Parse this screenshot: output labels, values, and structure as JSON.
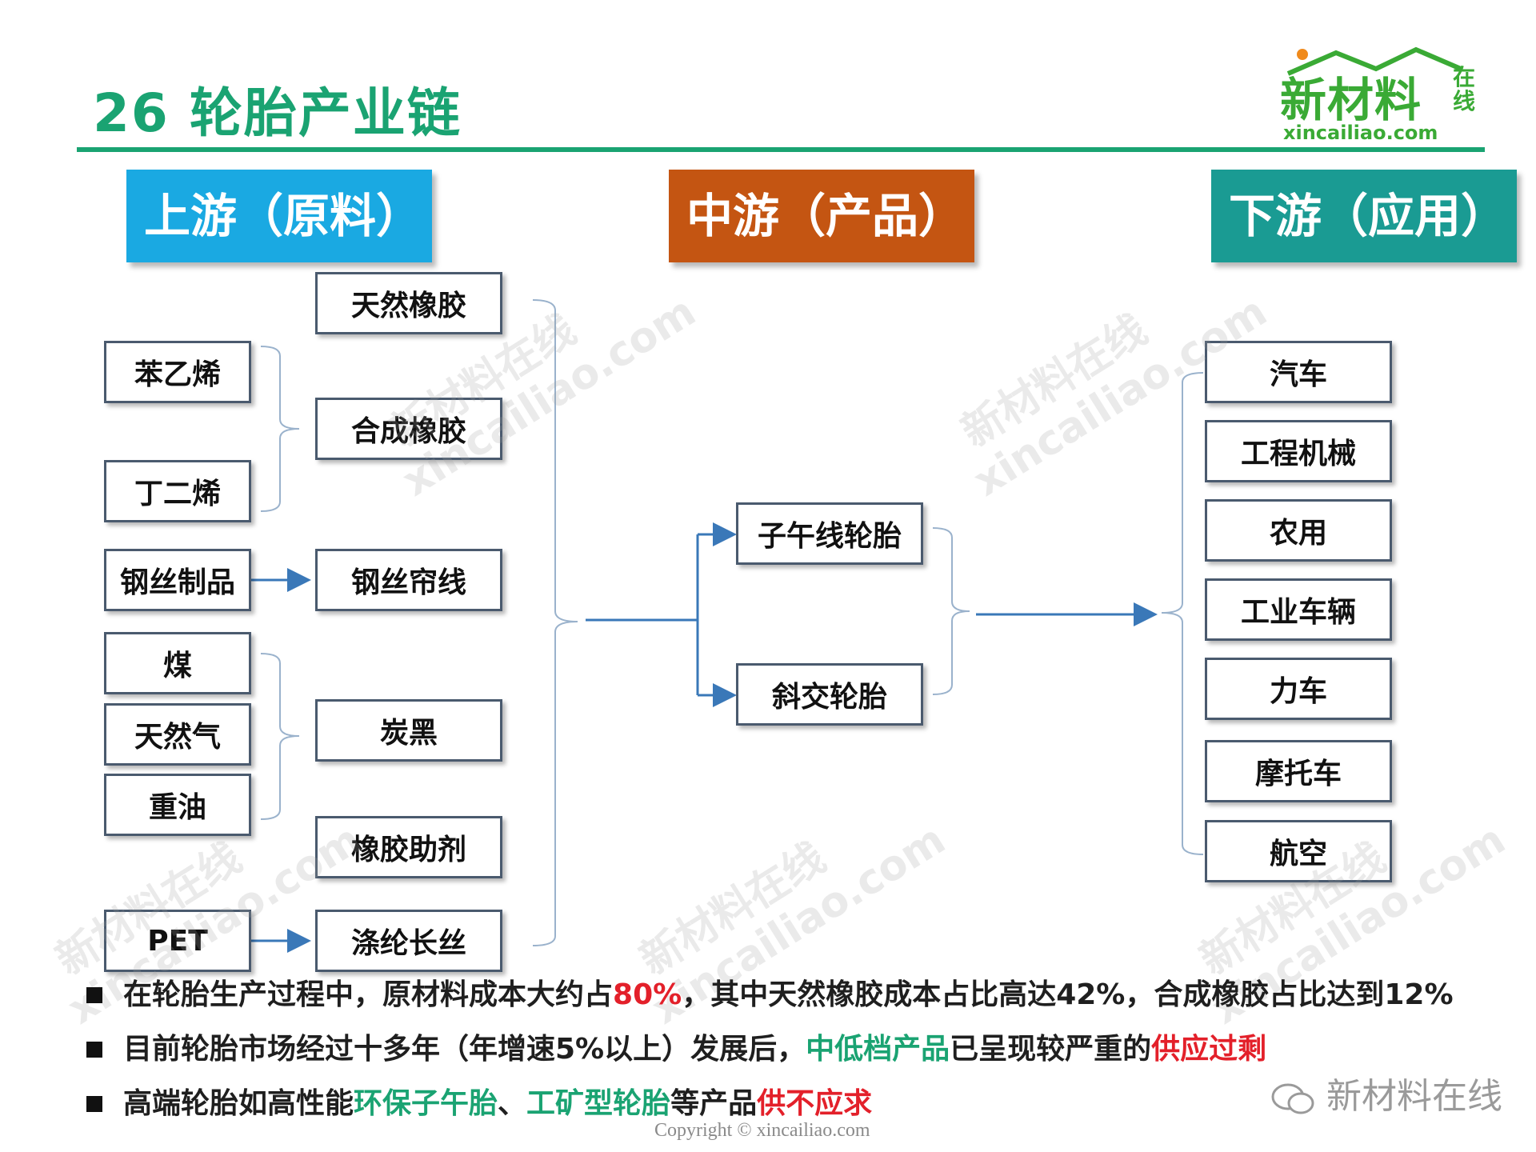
{
  "title": "26 轮胎产业链",
  "logo": {
    "main": "新材料",
    "side": "在线",
    "url": "xincailiao.com"
  },
  "headers": {
    "upstream": "上游（原料）",
    "midstream": "中游（产品）",
    "downstream": "下游（应用）"
  },
  "upstream": {
    "raw": [
      "苯乙烯",
      "丁二烯",
      "钢丝制品",
      "煤",
      "天然气",
      "重油",
      "PET"
    ],
    "materials": [
      "天然橡胶",
      "合成橡胶",
      "钢丝帘线",
      "炭黑",
      "橡胶助剂",
      "涤纶长丝"
    ]
  },
  "midstream": {
    "products": [
      "子午线轮胎",
      "斜交轮胎"
    ]
  },
  "downstream": {
    "applications": [
      "汽车",
      "工程机械",
      "农用",
      "工业车辆",
      "力车",
      "摩托车",
      "航空"
    ]
  },
  "watermark": {
    "cn": "新材料在线",
    "en": "xincailiao.com"
  },
  "bullets": [
    {
      "parts": [
        {
          "text": "在轮胎生产过程中，原材料成本大约占",
          "style": "normal"
        },
        {
          "text": "80%",
          "style": "red"
        },
        {
          "text": "，其中天然橡胶成本占比高达42%，合成橡胶占比达到12%",
          "style": "normal"
        }
      ]
    },
    {
      "parts": [
        {
          "text": "目前轮胎市场经过十多年（年增速5%以上）发展后，",
          "style": "normal"
        },
        {
          "text": "中低档产品",
          "style": "green"
        },
        {
          "text": "已呈现较严重的",
          "style": "normal"
        },
        {
          "text": "供应过剩",
          "style": "red"
        }
      ]
    },
    {
      "parts": [
        {
          "text": "高端轮胎如高性能",
          "style": "normal"
        },
        {
          "text": "环保子午胎",
          "style": "green"
        },
        {
          "text": "、",
          "style": "normal"
        },
        {
          "text": "工矿型轮胎",
          "style": "green"
        },
        {
          "text": "等产品",
          "style": "normal"
        },
        {
          "text": "供不应求",
          "style": "red"
        }
      ]
    }
  ],
  "wechat": "新材料在线",
  "copyright": "Copyright © xincailiao.com",
  "colors": {
    "title": "#1aa372",
    "upstream_header": "#1aa9e2",
    "midstream_header": "#c45512",
    "downstream_header": "#1a9b93",
    "connector": "#3a78b8",
    "bracket": "#9ab2cc",
    "highlight_red": "#e3202a",
    "highlight_green": "#1aa372"
  }
}
